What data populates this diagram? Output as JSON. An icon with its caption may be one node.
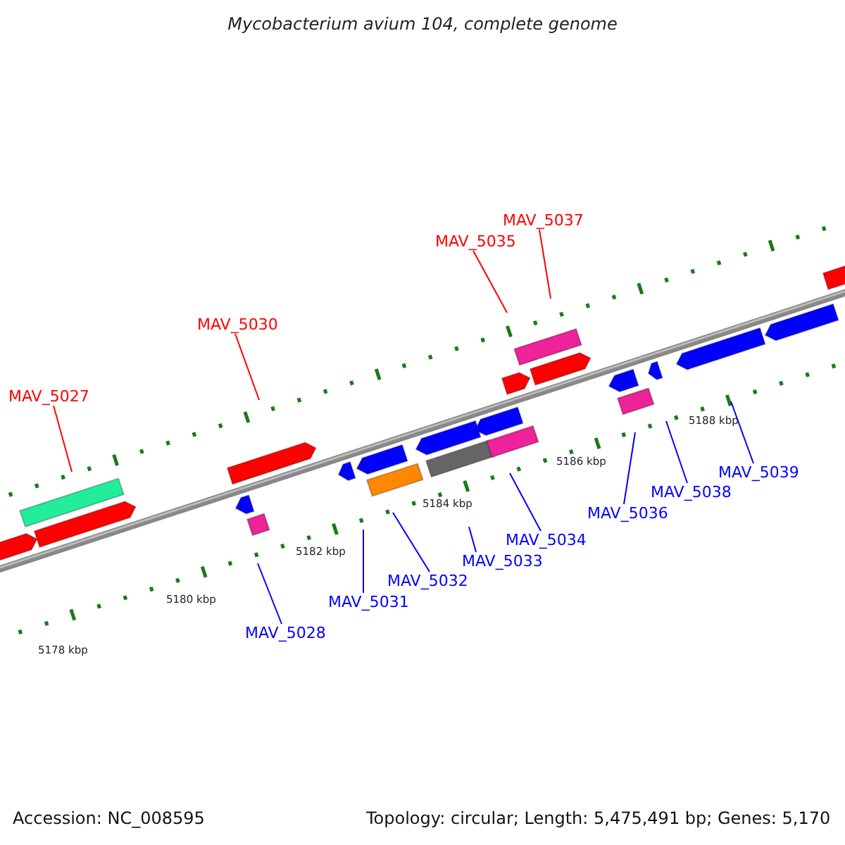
{
  "diagram": {
    "title": "Mycobacterium avium 104, complete genome",
    "nodes": [
      {
        "text": [
          "MAV_5027"
        ]
      },
      {
        "text": [
          "MAV_5030"
        ]
      },
      {
        "text": [
          "MAV_5035"
        ]
      },
      {
        "text": [
          "MAV_5037"
        ]
      },
      {
        "text": [
          "MAV_5028"
        ]
      },
      {
        "text": [
          "MAV_5031"
        ]
      },
      {
        "text": [
          "MAV_5032"
        ]
      },
      {
        "text": [
          "MAV_5033"
        ]
      },
      {
        "text": [
          "MAV_5034"
        ]
      },
      {
        "text": [
          "MAV_5036"
        ]
      },
      {
        "text": [
          "MAV_5038"
        ]
      },
      {
        "text": [
          "MAV_5039"
        ]
      }
    ],
    "edges": [
      {
        "from": 0,
        "to": null,
        "arrow": "none",
        "color": "#ff0000"
      },
      {
        "from": 1,
        "to": null,
        "arrow": "none",
        "color": "#ff0000"
      },
      {
        "from": 2,
        "to": null,
        "arrow": "none",
        "color": "#ff0000"
      },
      {
        "from": 3,
        "to": null,
        "arrow": "none",
        "color": "#ff0000"
      },
      {
        "from": 4,
        "to": null,
        "arrow": "none"
      },
      {
        "from": 5,
        "to": null,
        "arrow": "none"
      },
      {
        "from": 6,
        "to": null,
        "arrow": "none"
      },
      {
        "from": 7,
        "to": null,
        "arrow": "none"
      },
      {
        "from": 8,
        "to": null,
        "arrow": "none"
      },
      {
        "from": 9,
        "to": null,
        "arrow": "none"
      },
      {
        "from": 10,
        "to": null,
        "arrow": "none"
      },
      {
        "from": 11,
        "to": null,
        "arrow": "none"
      }
    ],
    "labels": [
      "5188 kbp",
      "5186 kbp",
      "5184 kbp",
      "5182 kbp",
      "5180 kbp",
      "5178 kbp",
      "Accession: NC_008595",
      "Topology: circular; Length: 5,475,491 bp; Genes: 5,170"
    ]
  }
}
